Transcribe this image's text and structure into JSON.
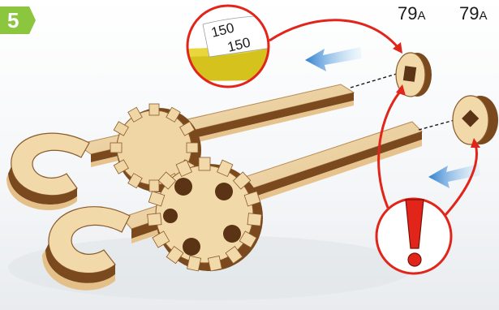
{
  "step": {
    "number": "5"
  },
  "parts": [
    {
      "label_main": "79",
      "label_sub": "A"
    },
    {
      "label_main": "79",
      "label_sub": "A"
    }
  ],
  "sandpaper": {
    "grit_a": "150",
    "grit_b": "150"
  },
  "colors": {
    "badge": "#8cc63f",
    "callout": "#e1251b",
    "arrow": "#3b8fd6",
    "wood_light": "#f0d8a8",
    "wood_dark": "#7a4a1e"
  },
  "icons": {
    "direction_arrow": "blue-arrow-icon",
    "warning": "exclamation-icon"
  }
}
